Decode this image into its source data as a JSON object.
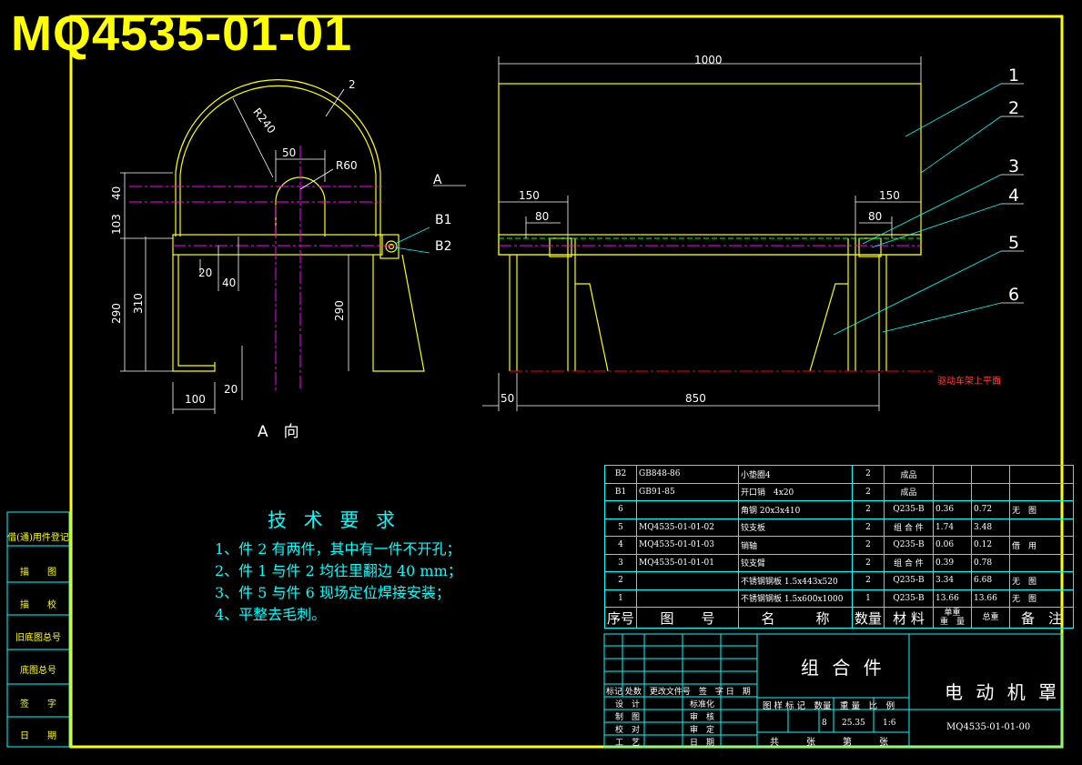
{
  "drawing_number": "MQ4535-01-01",
  "view_labels": {
    "view_a_arrow": "A",
    "view_a": "A　向",
    "b1": "B1",
    "b2": "B2",
    "reference_plane": "驱动车架上平面"
  },
  "dimensions": {
    "r240": "R240",
    "r60": "R60",
    "d50": "50",
    "d40_top": "40",
    "d103": "103",
    "d20_a": "20",
    "d40_b": "40",
    "d290_l": "290",
    "d310": "310",
    "d290_r": "290",
    "d100": "100",
    "d20_b": "20",
    "d1000": "1000",
    "d150_l": "150",
    "d80_l": "80",
    "d150_r": "150",
    "d80_r": "80",
    "d50_b": "50",
    "d850": "850",
    "part2_callout": "2"
  },
  "balloons": [
    "1",
    "2",
    "3",
    "4",
    "5",
    "6"
  ],
  "tech_requirements": {
    "title": "技 术 要 求",
    "items": [
      "1、件 2 有两件，其中有一件不开孔；",
      "2、件 1 与件 2 均往里翻边 40 mm；",
      "3、件 5 与件 6 现场定位焊接安装；",
      "4、平整去毛刺。"
    ]
  },
  "side_labels": [
    "借(通)用件登记",
    "描　　图",
    "描　　校",
    "旧底图总号",
    "底图总号",
    "签　　字",
    "日　　期"
  ],
  "bom": {
    "rows": [
      [
        "B2",
        "GB848-86",
        "小垫圈4",
        "2",
        "成品",
        "",
        "",
        ""
      ],
      [
        "B1",
        "GB91-85",
        "开口销　4x20",
        "2",
        "成品",
        "",
        "",
        ""
      ],
      [
        "6",
        "",
        "角钢 20x3x410",
        "2",
        "Q235-B",
        "0.36",
        "0.72",
        "无　图"
      ],
      [
        "5",
        "MQ4535-01-01-02",
        "铰支板",
        "2",
        "组 合 件",
        "1.74",
        "3.48",
        ""
      ],
      [
        "4",
        "MQ4535-01-01-03",
        "销轴",
        "2",
        "Q235-B",
        "0.06",
        "0.12",
        "借　用"
      ],
      [
        "3",
        "MQ4535-01-01-01",
        "铰支臂",
        "2",
        "组 合 件",
        "0.39",
        "0.78",
        ""
      ],
      [
        "2",
        "",
        "不锈钢钢板 1.5x443x520",
        "2",
        "Q235-B",
        "3.34",
        "6.68",
        "无　图"
      ],
      [
        "1",
        "",
        "不锈钢钢板 1.5x600x1000",
        "1",
        "Q235-B",
        "13.66",
        "13.66",
        "无　图"
      ]
    ],
    "header": [
      "序号",
      "图　　号",
      "名　　　称",
      "数量",
      "材 料",
      "单重",
      "总重",
      "备　注"
    ],
    "weight_header": "重　量"
  },
  "title_block": {
    "part_type": "组 合 件",
    "name": "电 动 机 罩",
    "drawing_no": "MQ4535-01-01-00",
    "revision_header": "标记 处数　更改文件号　签　字 日　期",
    "roles_left": [
      "设　计",
      "制　图",
      "校　对",
      "工　艺"
    ],
    "roles_right": [
      "标准化",
      "审　核",
      "审　定",
      "日　期"
    ],
    "stage_header": "图 样 标 记　数量　重 量　比　例",
    "quantity": "8",
    "weight": "25.35",
    "scale": "1:6",
    "sheet_info": "共　　　张　　　第　　　张"
  },
  "colors": {
    "background": "#000000",
    "frame": "#ffff00",
    "outline": "#ffff00",
    "dimension": "#ffffff",
    "leader": "#00ffff",
    "centerline": "#ff00ff",
    "hidden": "#00ff00",
    "ground_line": "#ff0000"
  }
}
